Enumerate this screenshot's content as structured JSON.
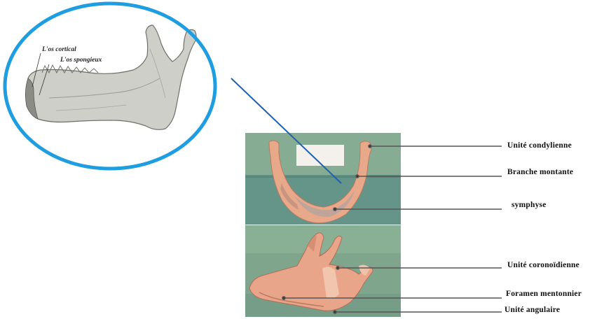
{
  "inset": {
    "label_cortical": "L'os cortical",
    "label_spongious": "L'os spongieux"
  },
  "labels": {
    "condylar_unit": "Unité condylienne",
    "ascending_ramus": "Branche montante",
    "symphysis": "symphyse",
    "coronoid_unit": "Unité coronoïdienne",
    "mental_foramen": "Foramen mentonnier",
    "angular_unit": "Unité angulaire"
  },
  "colors": {
    "circle_outline": "#1e9ee0",
    "connector_line": "#1f5fb4",
    "leader_line": "#555555",
    "photo_background": "#7fa58c",
    "bone": "#e7a98a",
    "sketch_bone": "#cfcfc9"
  }
}
